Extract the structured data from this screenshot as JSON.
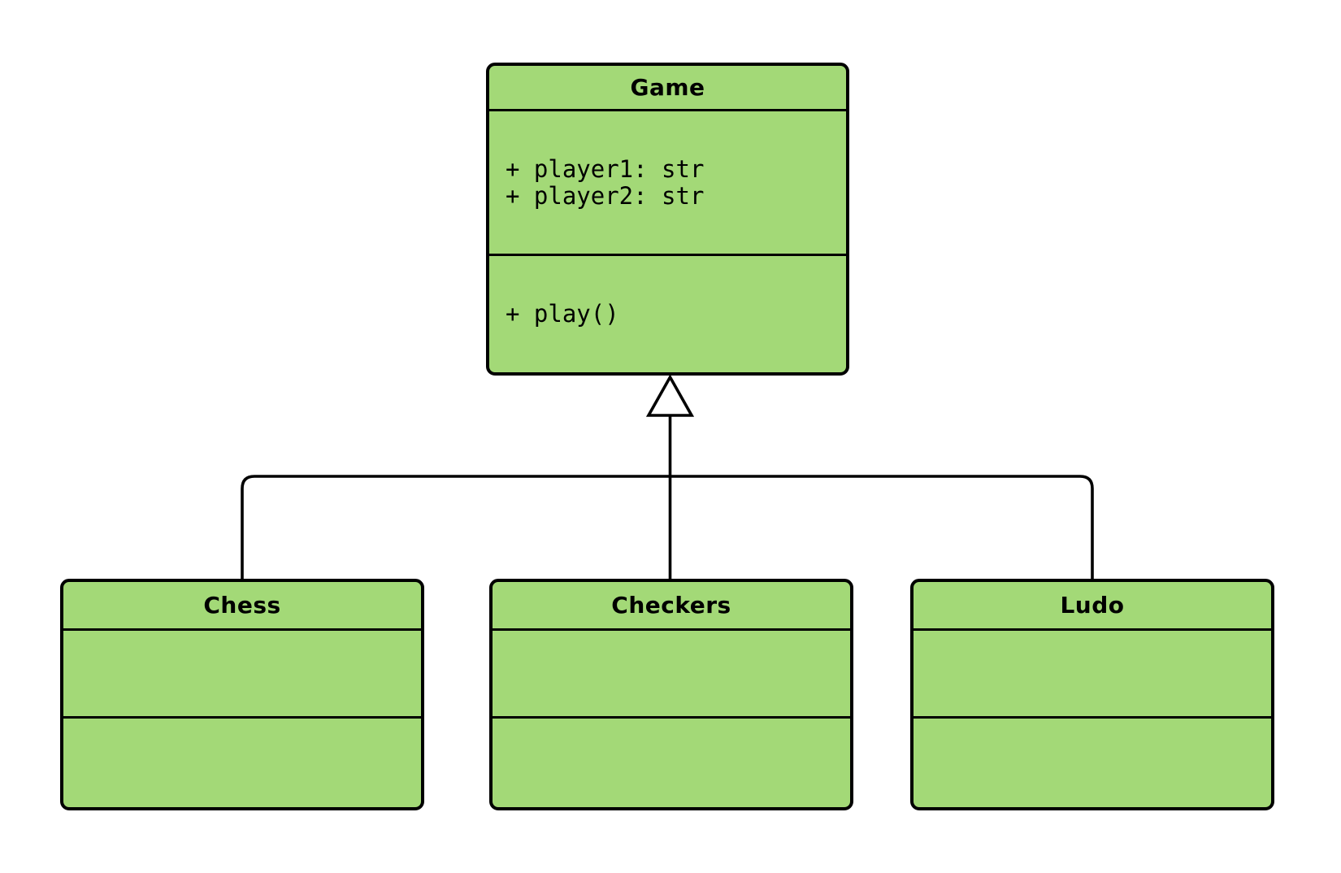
{
  "diagram": {
    "type": "uml-class-diagram",
    "background_color": "#ffffff",
    "node_fill_color": "#a3d977",
    "node_border_color": "#000000",
    "connector_color": "#000000",
    "classes": [
      {
        "name": "Game",
        "attributes": [
          "+ player1: str",
          "+ player2: str"
        ],
        "methods": [
          "+ play()"
        ]
      },
      {
        "name": "Chess",
        "attributes": [],
        "methods": []
      },
      {
        "name": "Checkers",
        "attributes": [],
        "methods": []
      },
      {
        "name": "Ludo",
        "attributes": [],
        "methods": []
      }
    ],
    "relationships": [
      {
        "from": "Chess",
        "to": "Game",
        "type": "inheritance"
      },
      {
        "from": "Checkers",
        "to": "Game",
        "type": "inheritance"
      },
      {
        "from": "Ludo",
        "to": "Game",
        "type": "inheritance"
      }
    ]
  }
}
